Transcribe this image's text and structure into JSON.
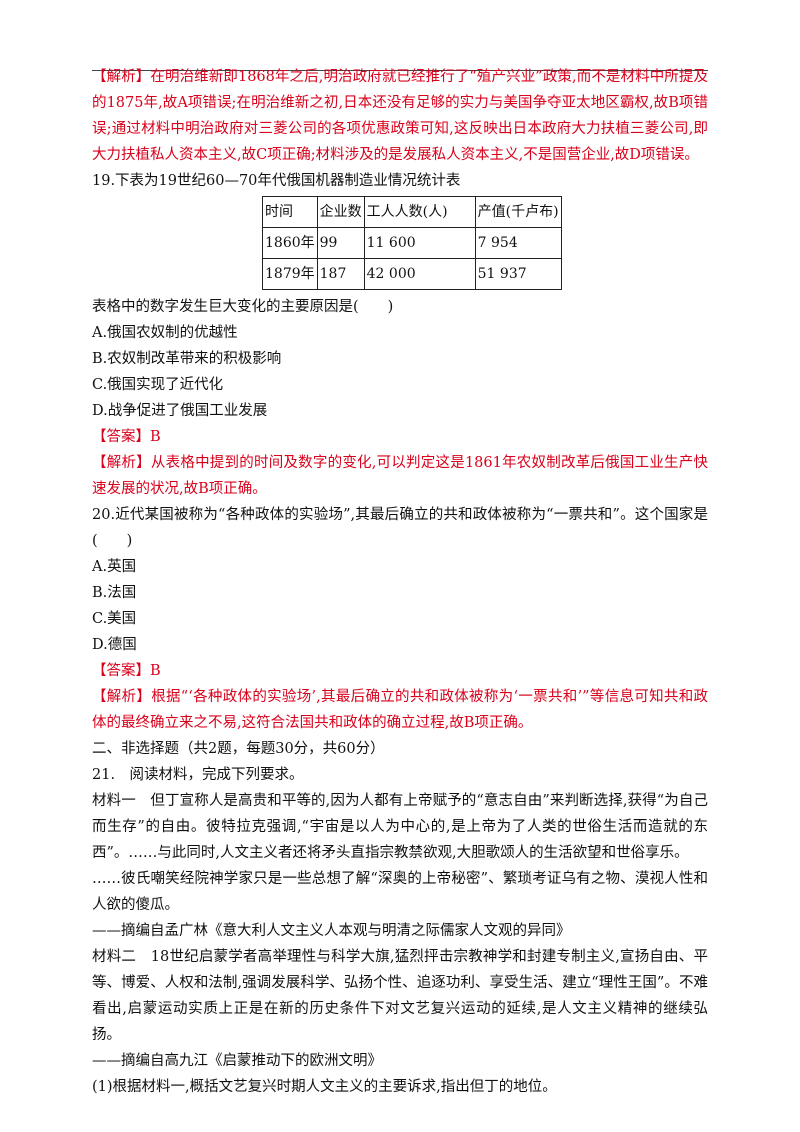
{
  "analysis18": "【解析】在明治维新即1868年之后,明治政府就已经推行了“殖产兴业”政策,而不是材料中所提及的1875年,故A项错误;在明治维新之初,日本还没有足够的实力与美国争夺亚太地区霸权,故B项错误;通过材料中明治政府对三菱公司的各项优惠政策可知,这反映出日本政府大力扶植三菱公司,即大力扶植私人资本主义,故C项正确;材料涉及的是发展私人资本主义,不是国营企业,故D项错误。",
  "q19": {
    "stem": "19.下表为19世纪60—70年代俄国机器制造业情况统计表",
    "table": {
      "headers": [
        "时间",
        "企业数",
        "工人人数(人)",
        "产值(千卢布)"
      ],
      "rows": [
        [
          "1860年",
          "99",
          "11 600",
          "7 954"
        ],
        [
          "1879年",
          "187",
          "42 000",
          "51 937"
        ]
      ]
    },
    "question": "表格中的数字发生巨大变化的主要原因是(　　)",
    "options": [
      "A.俄国农奴制的优越性",
      "B.农奴制改革带来的积极影响",
      "C.俄国实现了近代化",
      "D.战争促进了俄国工业发展"
    ],
    "answer": "【答案】B",
    "analysis": "【解析】从表格中提到的时间及数字的变化,可以判定这是1861年农奴制改革后俄国工业生产快速发展的状况,故B项正确。"
  },
  "q20": {
    "stem": "20.近代某国被称为“各种政体的实验场”,其最后确立的共和政体被称为“一票共和”。这个国家是(　　)",
    "options": [
      "A.英国",
      "B.法国",
      "C.美国",
      "D.德国"
    ],
    "answer": "【答案】B",
    "analysis": "【解析】根据“‘各种政体的实验场’,其最后确立的共和政体被称为‘一票共和’”等信息可知共和政体的最终确立来之不易,这符合法国共和政体的确立过程,故B项正确。"
  },
  "section2": "二、非选择题（共2题，每题30分，共60分）",
  "q21": {
    "stem": "21.　阅读材料，完成下列要求。",
    "material1": "材料一　但丁宣称人是高贵和平等的,因为人都有上帝赋予的“意志自由”来判断选择,获得“为自己而生存”的自由。彼特拉克强调,“宇宙是以人为中心的,是上帝为了人类的世俗生活而造就的东西”。……与此同时,人文主义者还将矛头直指宗教禁欲观,大胆歌颂人的生活欲望和世俗享乐。",
    "material1b": "……彼氏嘲笑经院神学家只是一些总想了解“深奥的上帝秘密”、繁琐考证乌有之物、漠视人性和人欲的傻瓜。",
    "source1": "——摘编自孟广林《意大利人文主义人本观与明清之际儒家人文观的异同》",
    "material2": "材料二　18世纪启蒙学者高举理性与科学大旗,猛烈抨击宗教神学和封建专制主义,宣扬自由、平等、博爱、人权和法制,强调发展科学、弘扬个性、追逐功利、享受生活、建立“理性王国”。不难看出,启蒙运动实质上正是在新的历史条件下对文艺复兴运动的延续,是人文主义精神的继续弘扬。",
    "source2": "——摘编自高九江《启蒙推动下的欧洲文明》",
    "sub1": "(1)根据材料一,概括文艺复兴时期人文主义的主要诉求,指出但丁的地位。"
  }
}
